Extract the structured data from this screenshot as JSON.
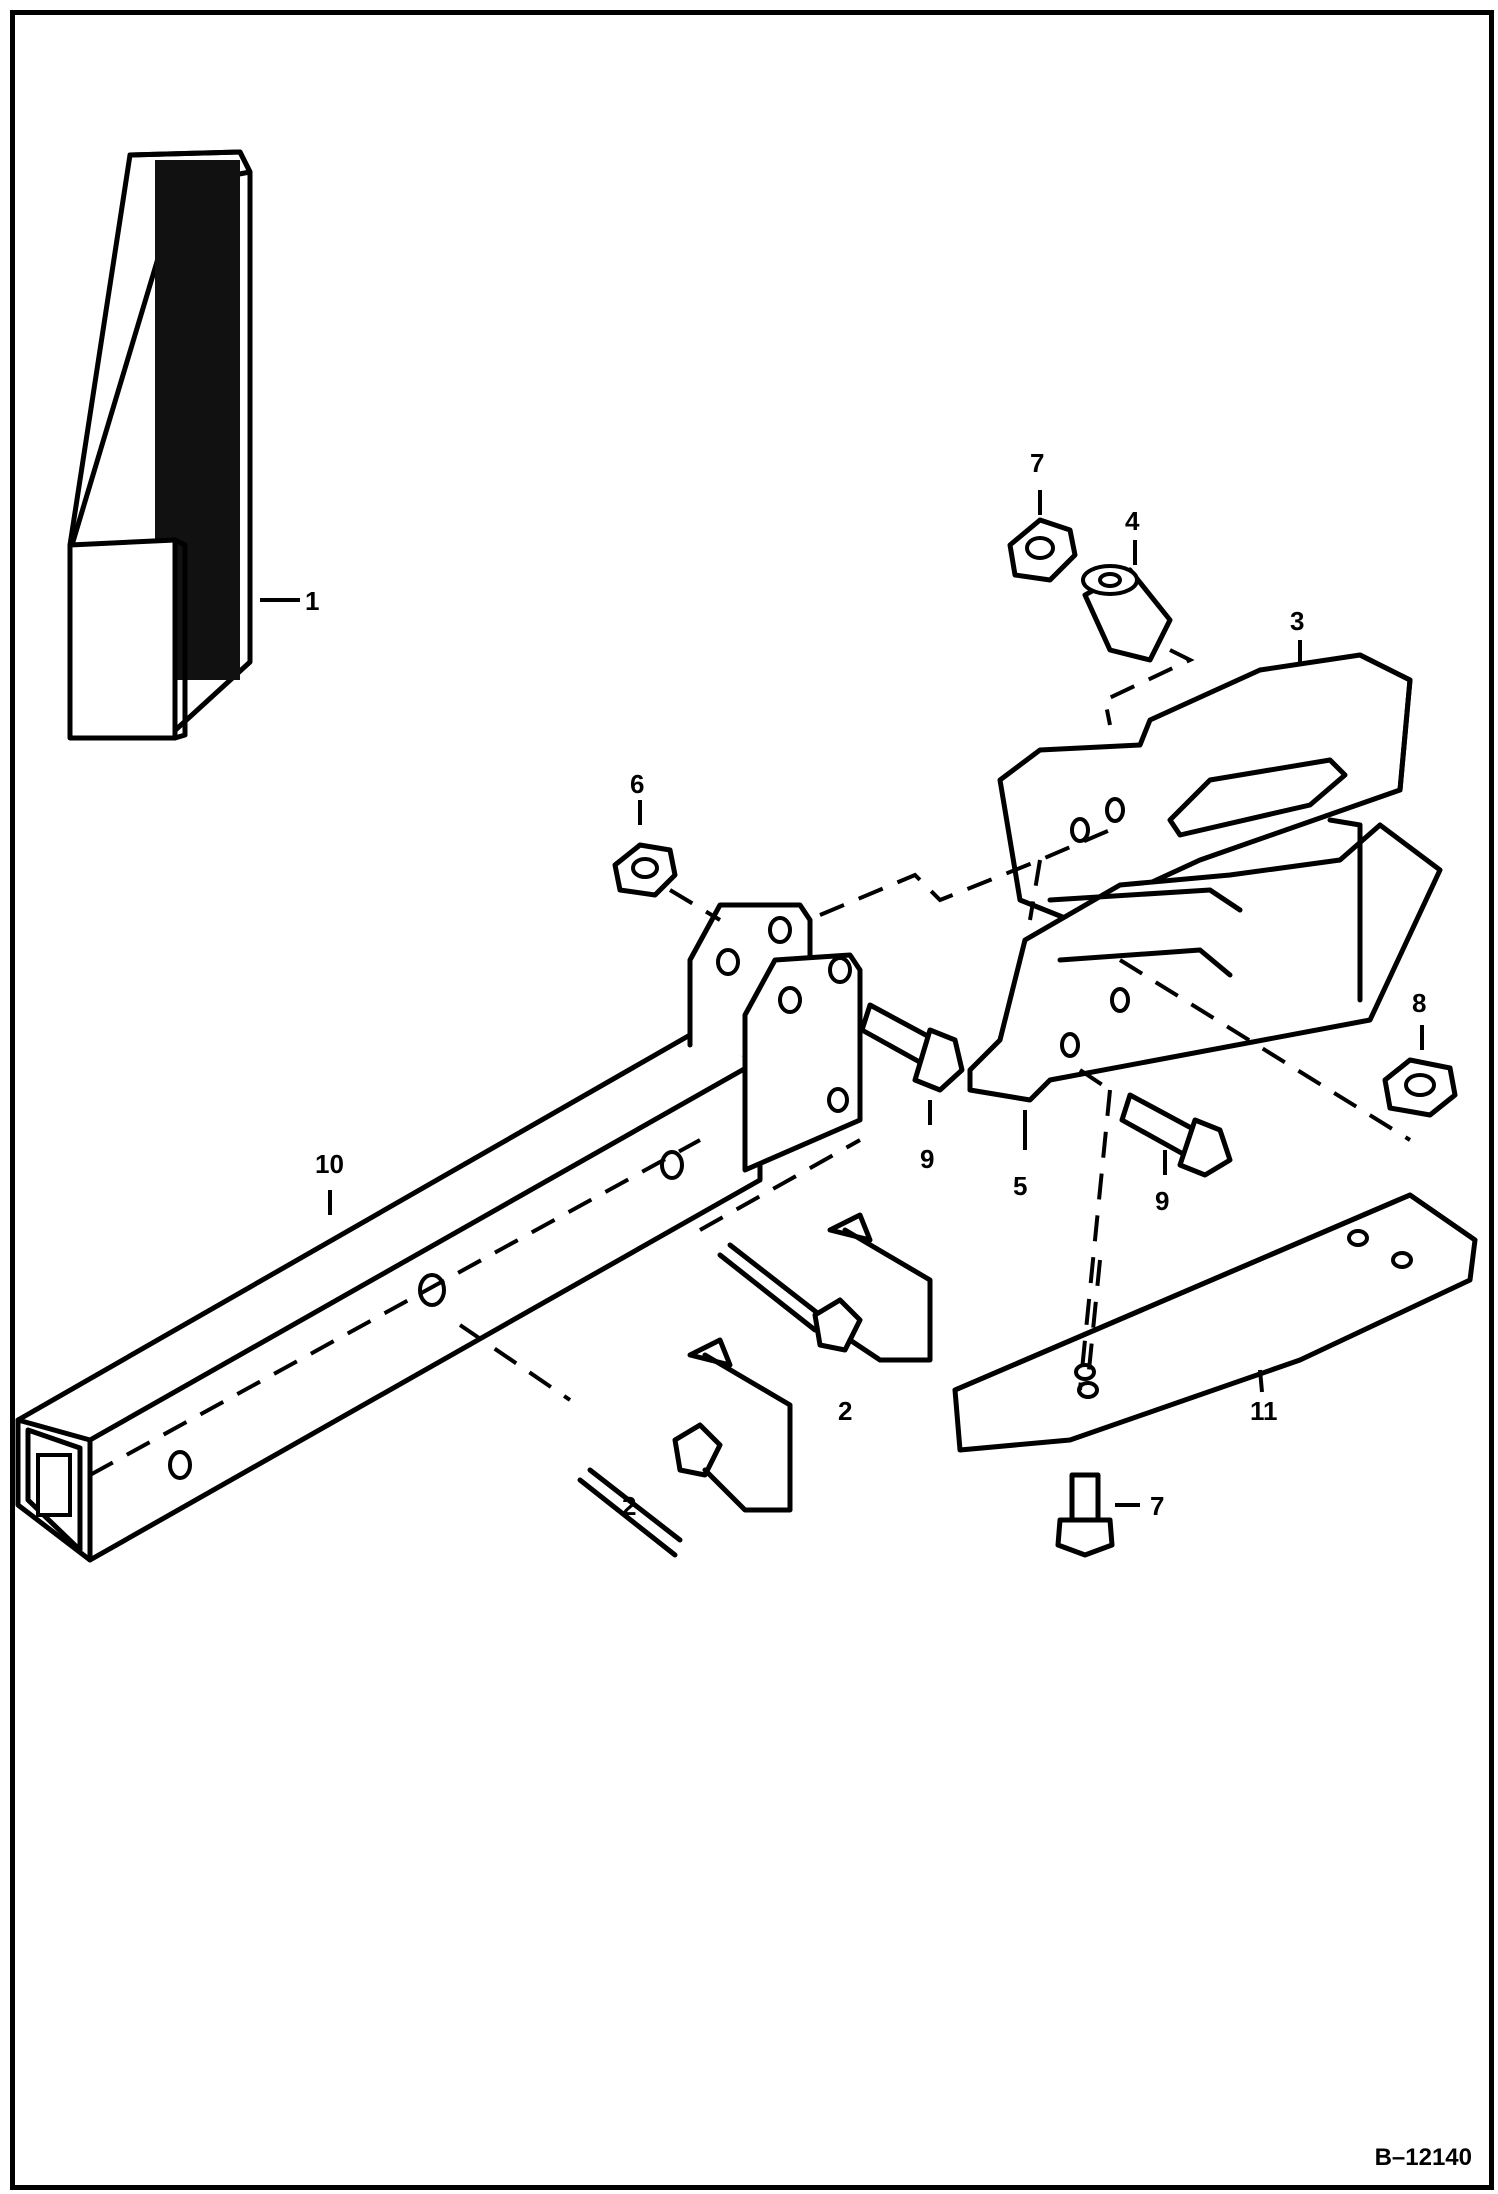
{
  "callouts": {
    "c1": "1",
    "c2a": "2",
    "c2b": "2",
    "c3": "3",
    "c4": "4",
    "c5": "5",
    "c6": "6",
    "c7a": "7",
    "c7b": "7",
    "c8": "8",
    "c9a": "9",
    "c9b": "9",
    "c10": "10",
    "c11": "11"
  },
  "reference_code": "B–12140"
}
